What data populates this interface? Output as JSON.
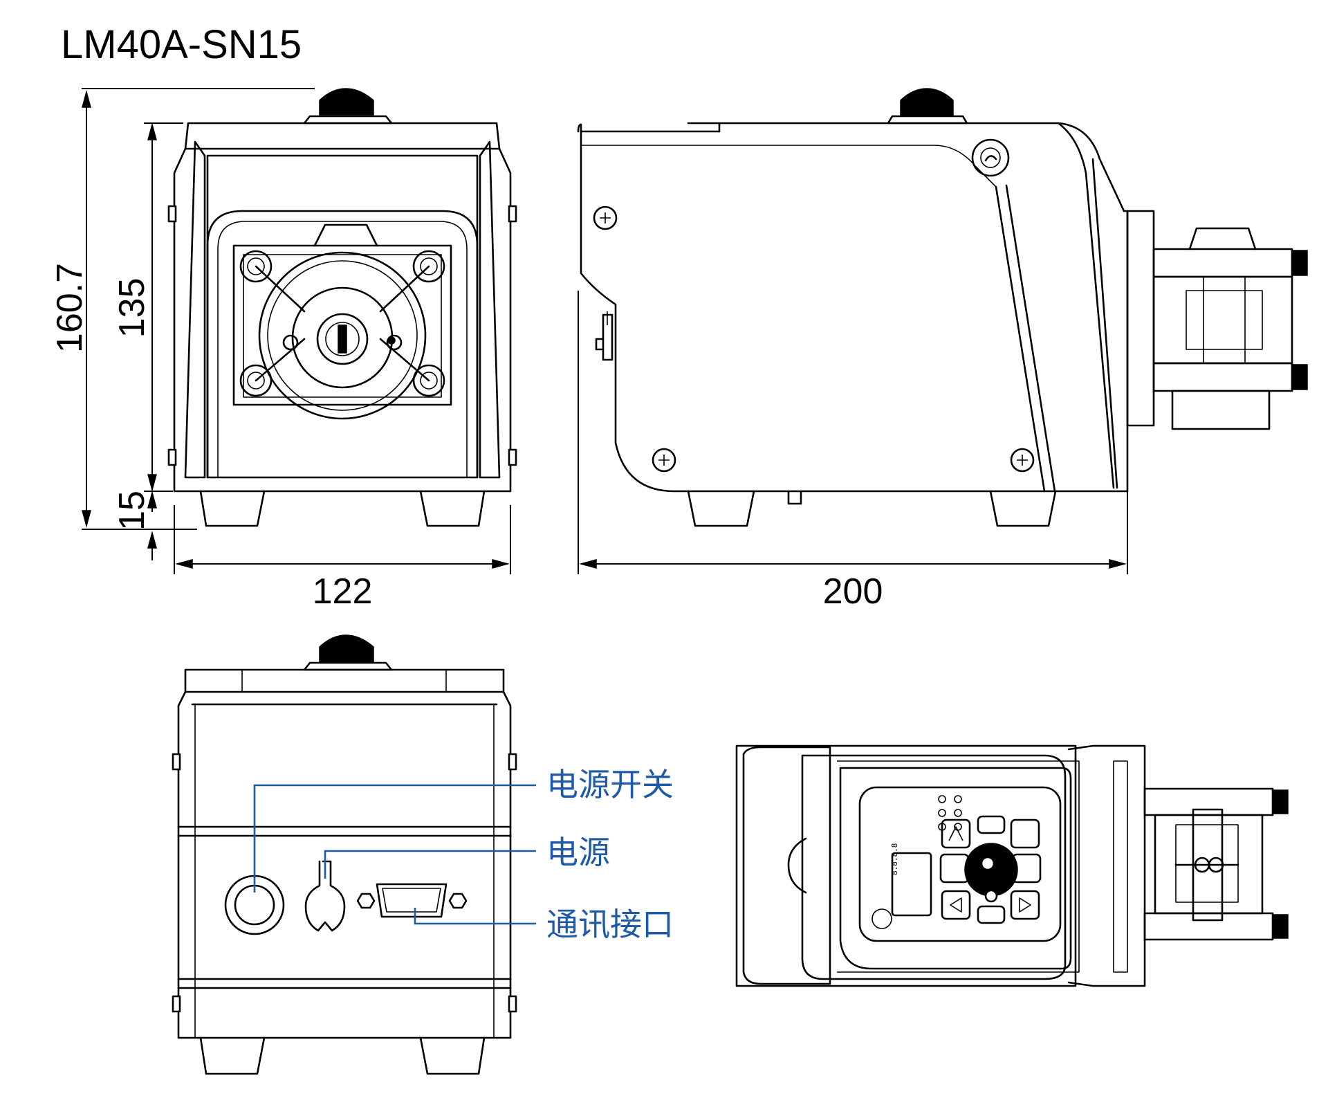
{
  "model": "LM40A-SN15",
  "dimensions": {
    "total_height": "160.7",
    "body_height": "135",
    "foot_height": "15",
    "width": "122",
    "length": "200"
  },
  "callouts": {
    "power_switch": "电源开关",
    "power": "电源",
    "comm_port": "通讯接口"
  },
  "colors": {
    "line": "#000000",
    "callout": "#1e5aa6",
    "background": "#ffffff"
  }
}
